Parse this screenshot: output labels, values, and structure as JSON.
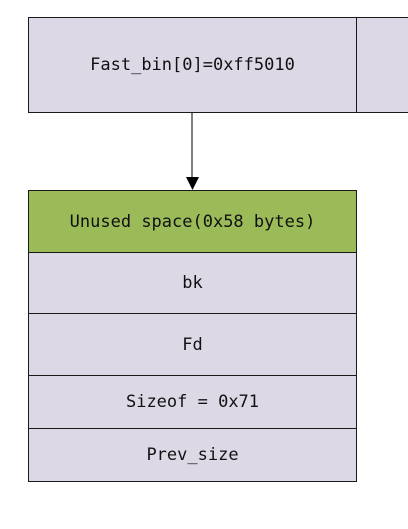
{
  "fastbin": {
    "label": "Fast_bin[0]=0xff5010"
  },
  "chunk": {
    "rows": [
      {
        "label": "Unused space(0x58 bytes)"
      },
      {
        "label": "bk"
      },
      {
        "label": "Fd"
      },
      {
        "label": "Sizeof = 0x71"
      },
      {
        "label": "Prev_size"
      }
    ]
  },
  "colors": {
    "box_fill": "#dcd8e6",
    "highlight_fill": "#9bbb59",
    "stroke": "#1a1a1a"
  }
}
